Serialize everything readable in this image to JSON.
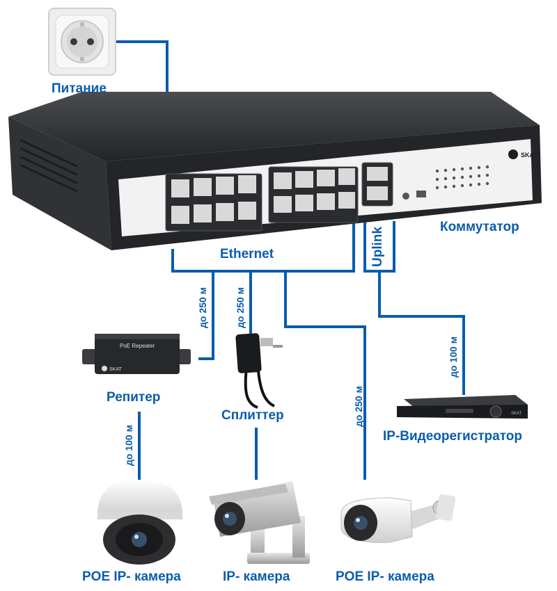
{
  "labels": {
    "power": "Питание",
    "switch": "Коммутатор",
    "ethernet": "Ethernet",
    "uplink": "Uplink",
    "repeater": "Репитер",
    "splitter": "Сплиттер",
    "nvr": "IP-Видеорегистратор",
    "poe_camera_1": "POE IP- камера",
    "ip_camera": "IP- камера",
    "poe_camera_2": "POE IP- камера"
  },
  "distances": {
    "repeater_link": "до 250 м",
    "splitter_link": "до 250 м",
    "camera_link": "до 250 м",
    "nvr_link": "до 100 м",
    "repeater_camera_link": "до 100 м"
  },
  "devices": {
    "repeater_text": "PoE Repeater",
    "brand": "SKAT"
  },
  "colors": {
    "line": "#0a5cab",
    "device_body": "#2a2c30",
    "faceplate": "#f2f2f2",
    "camera_white": "#eeeeee"
  }
}
